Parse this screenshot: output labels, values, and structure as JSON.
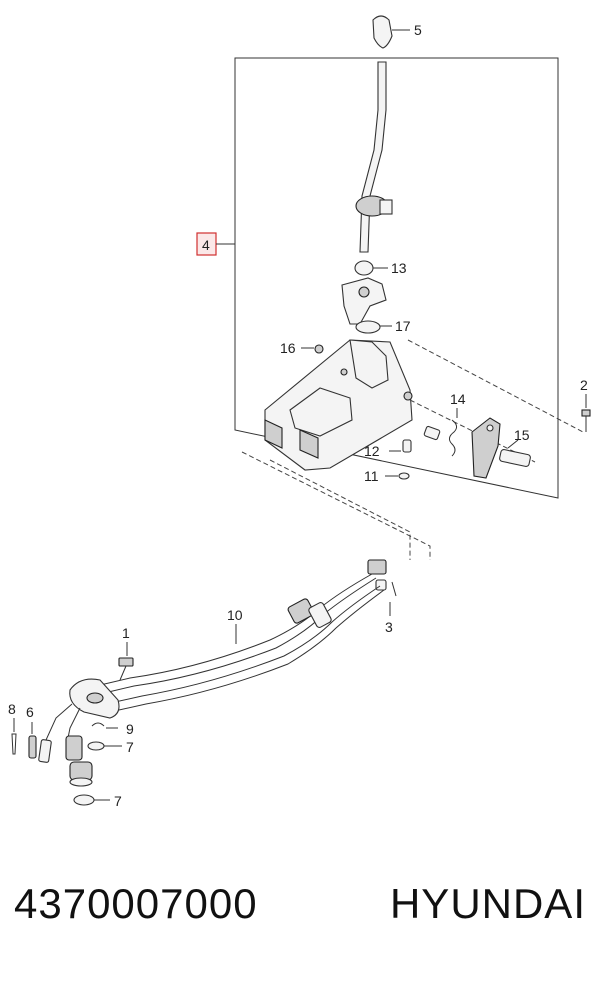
{
  "callouts": {
    "c1": "1",
    "c2": "2",
    "c3": "3",
    "c4": "4",
    "c5": "5",
    "c6": "6",
    "c7a": "7",
    "c7b": "7",
    "c8": "8",
    "c9": "9",
    "c10": "10",
    "c11": "11",
    "c12": "12",
    "c13": "13",
    "c14": "14",
    "c15": "15",
    "c16": "16",
    "c17": "17"
  },
  "footer": {
    "part_number": "4370007000",
    "brand": "HYUNDAI"
  },
  "colors": {
    "line": "#333333",
    "highlight_box": "#d03030"
  }
}
